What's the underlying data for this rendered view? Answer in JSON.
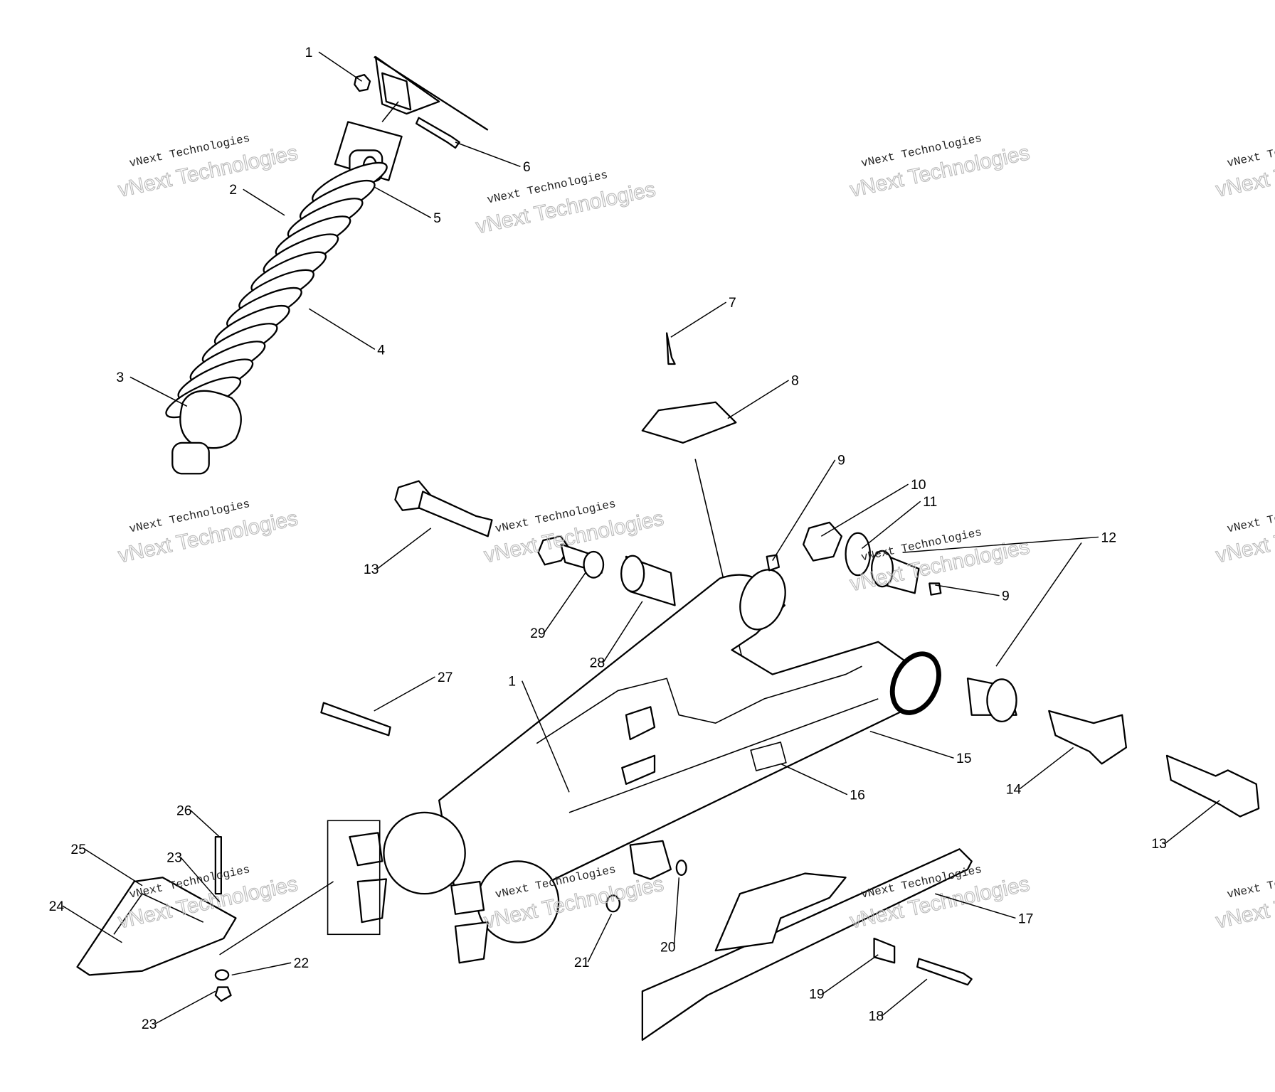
{
  "diagram": {
    "title": "Swing arm / rear shock exploded parts diagram",
    "callouts": [
      "1",
      "6",
      "2",
      "5",
      "4",
      "3",
      "7",
      "8",
      "9",
      "10",
      "11",
      "12",
      "13",
      "29",
      "28",
      "9",
      "27",
      "1",
      "15",
      "16",
      "14",
      "13",
      "26",
      "25",
      "23",
      "24",
      "22",
      "23",
      "21",
      "20",
      "17",
      "19",
      "18"
    ],
    "watermark": {
      "line1": "vNext Technologies",
      "line2": "vNext Technologies"
    }
  }
}
